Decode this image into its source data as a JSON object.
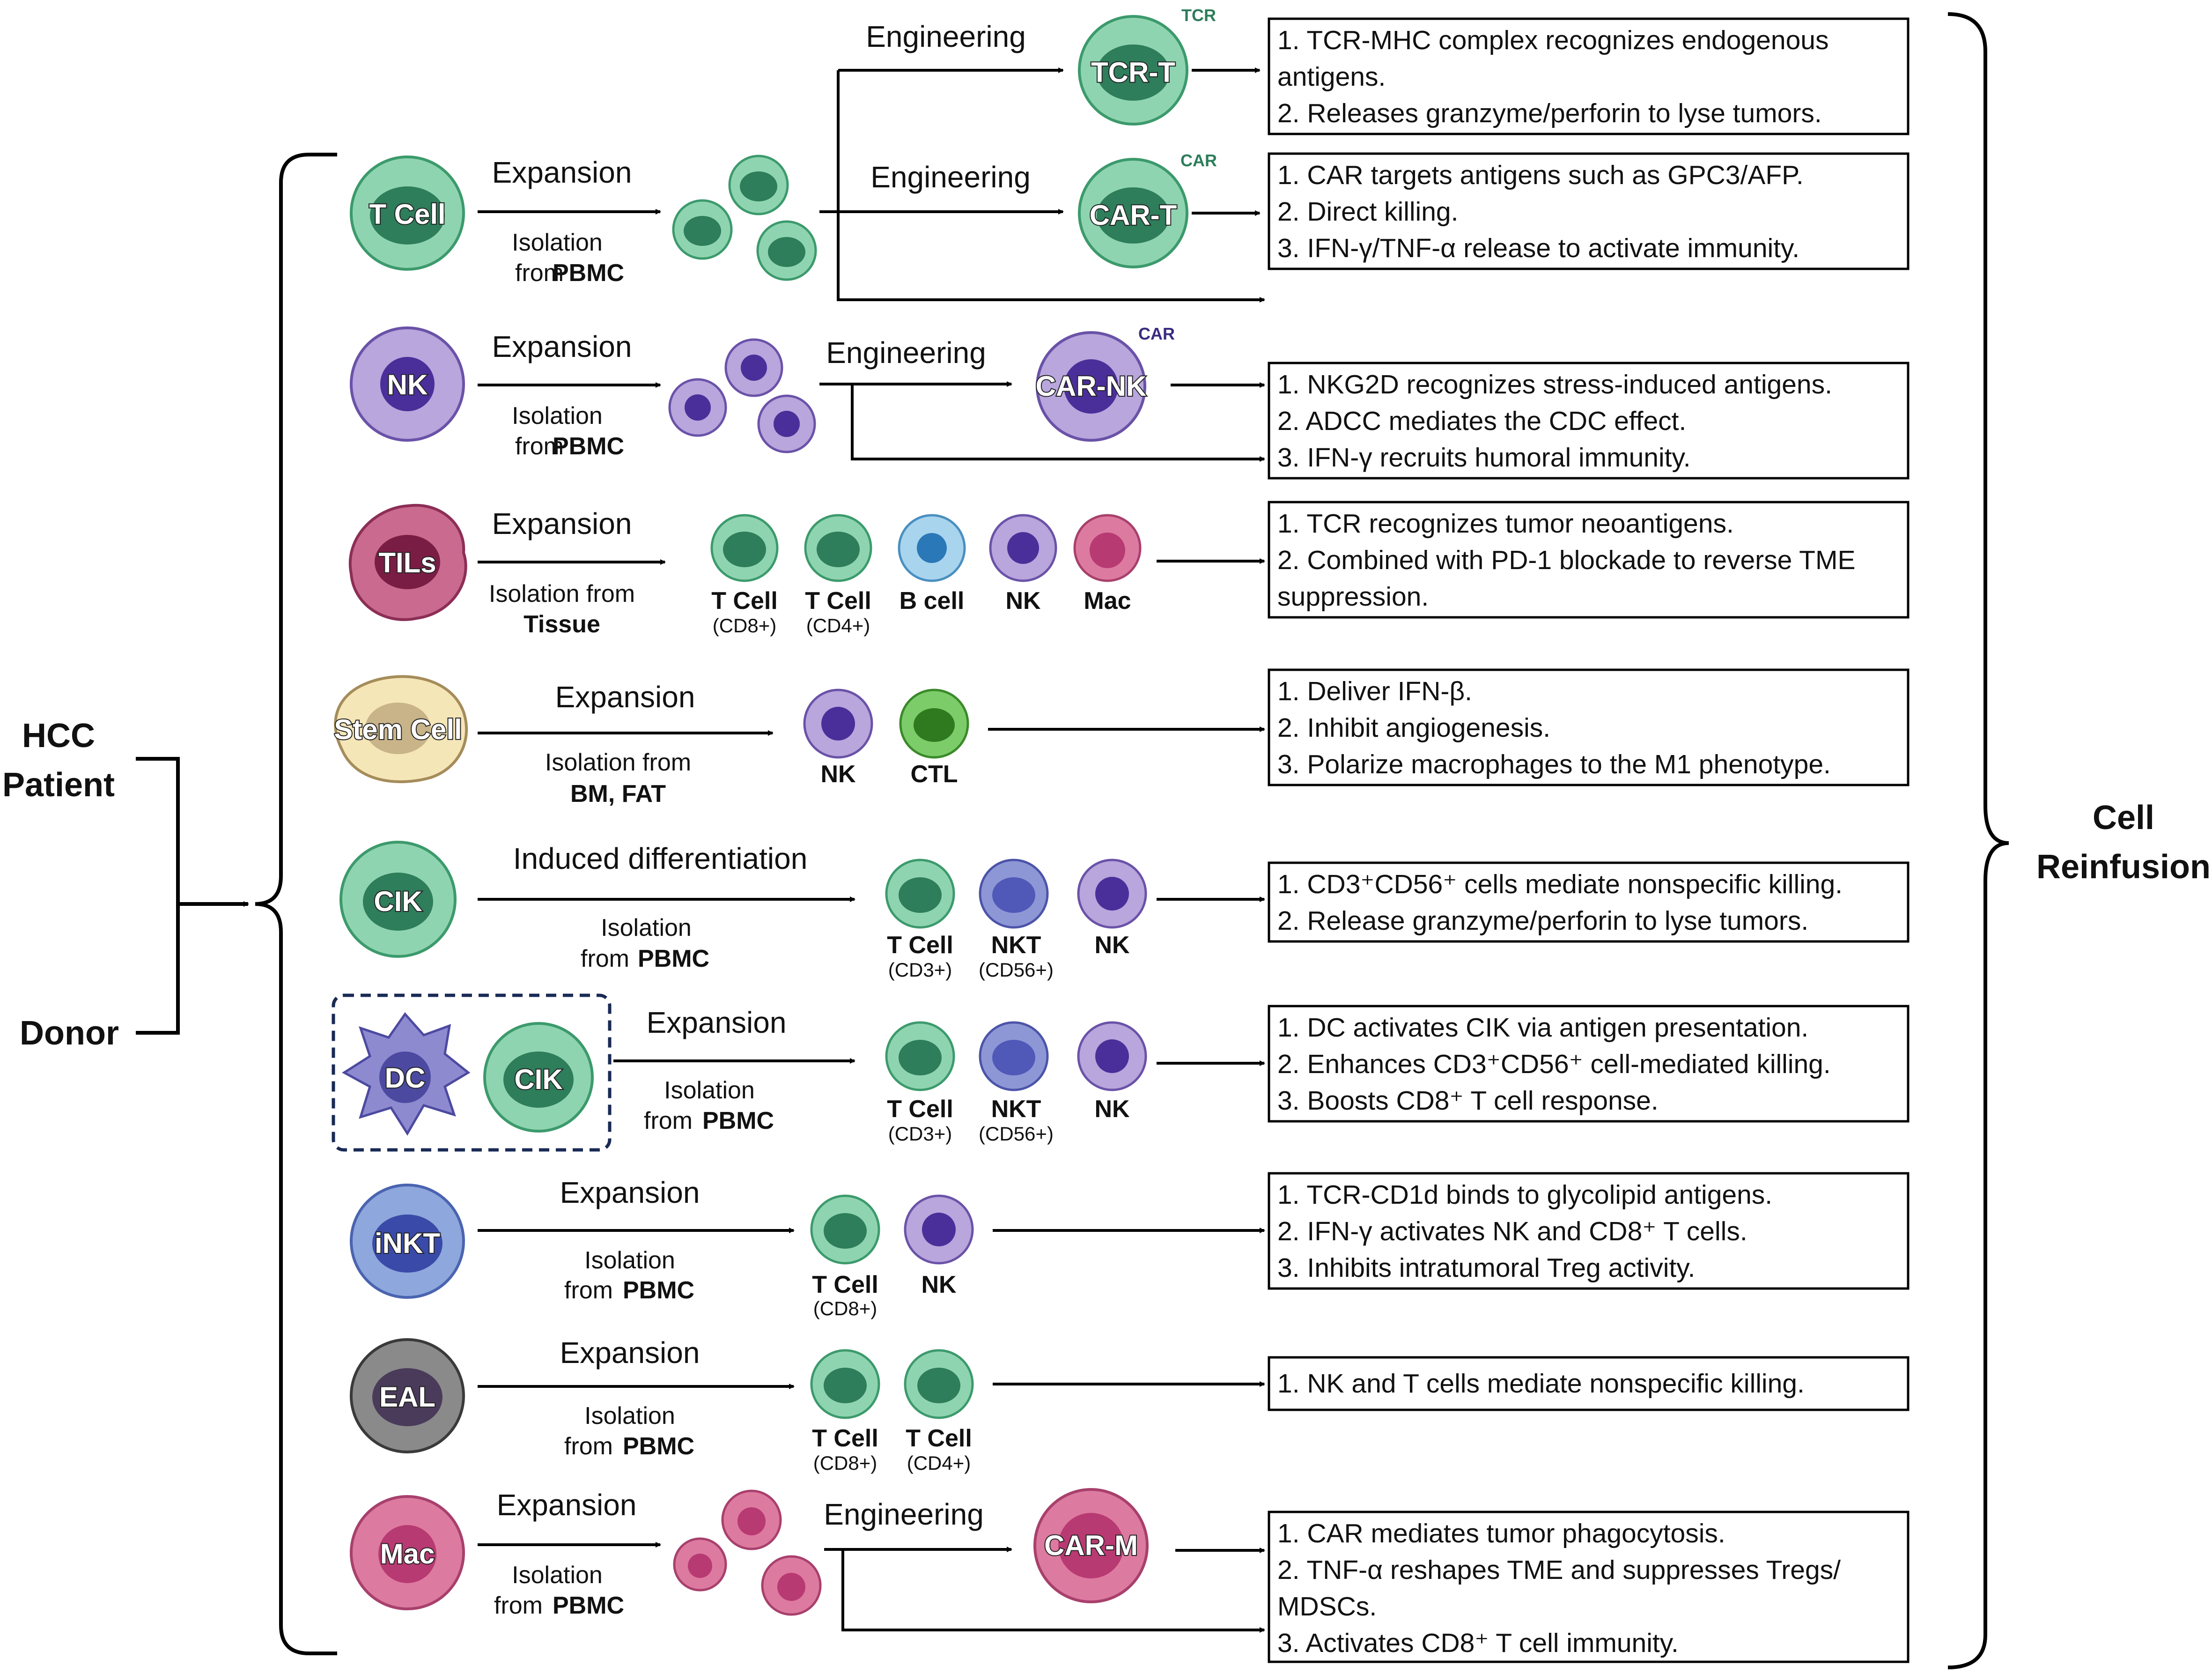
{
  "left_labels": {
    "patient_line1": "HCC",
    "patient_line2": "Patient",
    "donor": "Donor"
  },
  "right_label": {
    "line1": "Cell",
    "line2": "Reinfusion"
  },
  "steps": {
    "expansion": "Expansion",
    "engineering": "Engineering",
    "induced": "Induced differentiation",
    "isolation": "Isolation",
    "isolation_from": "Isolation from",
    "from": "from",
    "pbmc": "PBMC",
    "tissue": "Tissue",
    "bm_fat": "BM, FAT"
  },
  "source_cells": {
    "t": "T Cell",
    "nk": "NK",
    "tils": "TILs",
    "stem": "Stem Cell",
    "cik": "CIK",
    "dc": "DC",
    "cik2": "CIK",
    "inkt": "iNKT",
    "eal": "EAL",
    "mac": "Mac"
  },
  "engineered": {
    "tcrt": "TCR-T",
    "tcr_tag": "TCR",
    "cart": "CAR-T",
    "car_tag": "CAR",
    "carnk": "CAR-NK",
    "carnk_tag": "CAR",
    "carm": "CAR-M"
  },
  "product_labels": {
    "tcell": "T Cell",
    "cd8": "(CD8+)",
    "cd4": "(CD4+)",
    "bcell": "B cell",
    "nk": "NK",
    "mac": "Mac",
    "ctl": "CTL",
    "nkt": "NKT",
    "cd3": "(CD3+)",
    "cd56": "(CD56+)"
  },
  "boxes": {
    "tcrt": [
      "1. TCR-MHC complex recognizes endogenous",
      "antigens.",
      "2. Releases granzyme/perforin to lyse tumors."
    ],
    "cart": [
      "1. CAR targets antigens such as GPC3/AFP.",
      "2. Direct killing.",
      "3. IFN-γ/TNF-α release to activate immunity."
    ],
    "nk": [
      "1. NKG2D recognizes stress-induced antigens.",
      "2. ADCC mediates the CDC effect.",
      "3. IFN-γ recruits humoral immunity."
    ],
    "tils": [
      "1. TCR recognizes tumor neoantigens.",
      "2. Combined with PD-1 blockade to reverse TME",
      "suppression."
    ],
    "stem": [
      "1. Deliver IFN-β.",
      "2. Inhibit angiogenesis.",
      "3. Polarize macrophages to the M1 phenotype."
    ],
    "cik": [
      "1. CD3⁺CD56⁺ cells mediate nonspecific killing.",
      "2. Release granzyme/perforin to lyse tumors."
    ],
    "dccik": [
      "1. DC activates CIK via antigen presentation.",
      "2. Enhances CD3⁺CD56⁺ cell-mediated killing.",
      "3. Boosts CD8⁺ T cell response."
    ],
    "inkt": [
      "1. TCR-CD1d binds to glycolipid antigens.",
      "2. IFN-γ activates NK and CD8⁺ T cells.",
      "3. Inhibits intratumoral Treg activity."
    ],
    "eal": [
      "1. NK and T cells mediate nonspecific killing."
    ],
    "mac": [
      "1. CAR mediates tumor phagocytosis.",
      "2. TNF-α reshapes TME and suppresses Tregs/",
      "MDSCs.",
      "3. Activates CD8⁺ T cell immunity."
    ]
  },
  "colors": {
    "t_outer": "#8fd4b0",
    "t_inner": "#2e7d5b",
    "nk_outer": "#b8a6dc",
    "nk_inner": "#4a2f9a",
    "til_outer": "#c96a8e",
    "til_inner": "#7a1d44",
    "stem_outer": "#f5e6b8",
    "stem_inner": "#c9b48a",
    "nkt_outer": "#8e97d6",
    "nkt_inner": "#5058b8",
    "inkt_outer": "#8ea7dc",
    "inkt_inner": "#3a4aa8",
    "eal_outer": "#8a8a8a",
    "eal_inner": "#4a3b5a",
    "mac_outer": "#dd7aa0",
    "mac_inner": "#b83a72",
    "ctl_outer": "#7ccc6a",
    "ctl_inner": "#2f7a1e",
    "b_outer": "#a9d4ee",
    "b_inner": "#2a78b8",
    "dc_outer": "#8e8ad0",
    "dc_inner": "#4c4aa0"
  }
}
